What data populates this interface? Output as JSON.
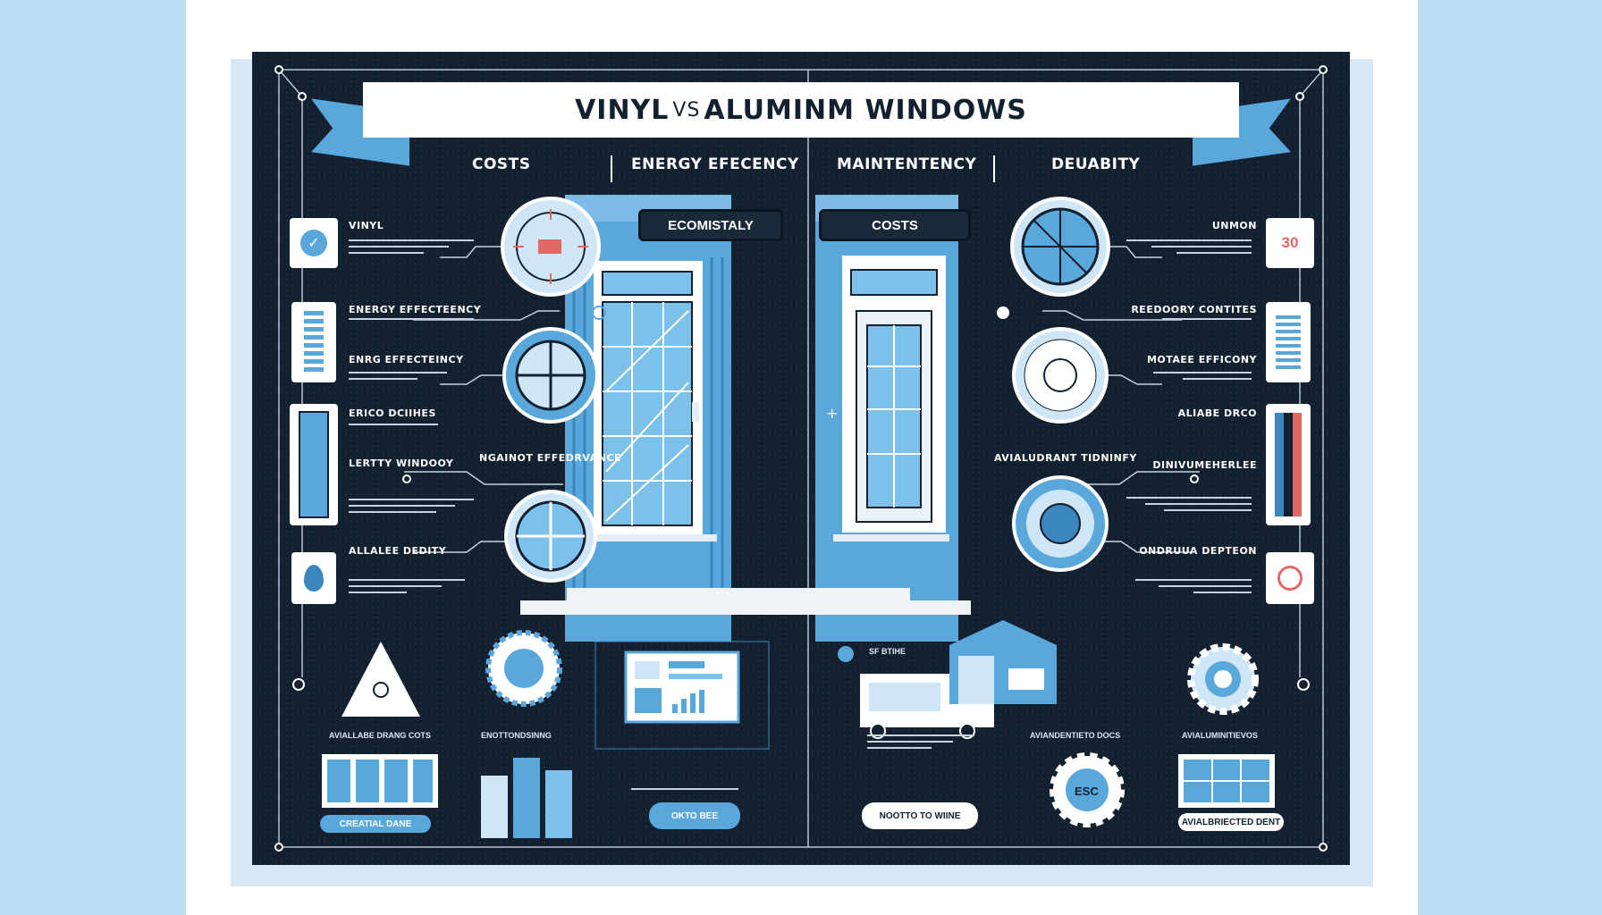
{
  "title": {
    "part1": "VINYL",
    "vs": "VS",
    "part2": "ALUMINM WINDOWS"
  },
  "categories": [
    "COSTS",
    "ENERGY EFECENCY",
    "MAINTENTENCY",
    "DEUABITY"
  ],
  "window_tags": {
    "left": "ECOMISTALY",
    "right": "COSTS"
  },
  "left_items": [
    {
      "label": "VINYL",
      "icon": "checkmark-icon"
    },
    {
      "label": "ENERGY EFFECTEENCY",
      "icon": "bar-chart-icon"
    },
    {
      "label": "ENRG EFFECTEINCY",
      "icon": ""
    },
    {
      "label": "ERICO DCIIHES",
      "icon": "gauge-icon"
    },
    {
      "label": "LERTTY WINDOOY",
      "icon": ""
    },
    {
      "label": "ALLALEE DEDITY",
      "icon": "water-drop-icon"
    }
  ],
  "left_mid_label": "NGAINOT EFFEDRVANCE",
  "right_items": [
    {
      "label": "UNMON",
      "card_text": "30"
    },
    {
      "label": "REEDOORY CONTITES",
      "icon": "document-icon"
    },
    {
      "label": "MOTAEE EFFICONY",
      "icon": ""
    },
    {
      "label": "ALIABE DRCO",
      "icon": "bar-chart-icon"
    },
    {
      "label": "DINIVUMEHERLEE",
      "icon": ""
    },
    {
      "label": "ONDRUUA DEPTEON",
      "icon": "gear-icon"
    }
  ],
  "right_mid_label": "AVIALUDRANT TIDNINFY",
  "bottom": {
    "caption1": "AVIALLABE DRANG COTS",
    "caption2": "ENOTTONDSINNG",
    "caption3": "AVIANDENTIETO DOCS",
    "caption4": "AVIALUMINITIEVOS",
    "btn1": "CREATIAL DANE",
    "btn2": "OKTO BEE",
    "btn3": "NOOTTO TO WIINE",
    "btn4": "AVIALBRIECTED DENT",
    "truck_title": "SF BTIHE",
    "gear_text": "ESC"
  },
  "colors": {
    "board": "#12202f",
    "accent": "#5aa7dc",
    "light": "#cfe6f6",
    "red": "#e06a63",
    "page_bg": "#bcdcf2"
  }
}
